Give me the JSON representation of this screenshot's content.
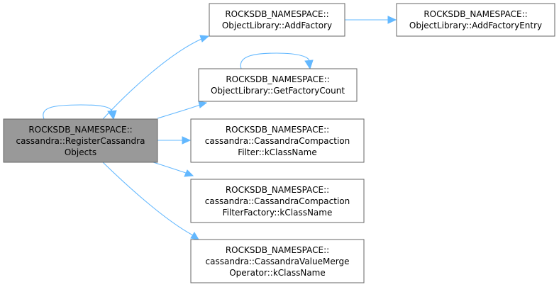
{
  "diagram": {
    "colors": {
      "edge": "#63b8ff",
      "root_fill": "#999999",
      "node_fill": "#ffffff",
      "node_border": "#666666"
    },
    "nodes": {
      "register": [
        "ROCKSDB_NAMESPACE::",
        "cassandra::RegisterCassandra",
        "Objects"
      ],
      "add_factory": [
        "ROCKSDB_NAMESPACE::",
        "ObjectLibrary::AddFactory"
      ],
      "add_factory_entry": [
        "ROCKSDB_NAMESPACE::",
        "ObjectLibrary::AddFactoryEntry"
      ],
      "get_factory_count": [
        "ROCKSDB_NAMESPACE::",
        "ObjectLibrary::GetFactoryCount"
      ],
      "compaction_filter": [
        "ROCKSDB_NAMESPACE::",
        "cassandra::CassandraCompaction",
        "Filter::kClassName"
      ],
      "compaction_filter_factory": [
        "ROCKSDB_NAMESPACE::",
        "cassandra::CassandraCompaction",
        "FilterFactory::kClassName"
      ],
      "value_merge_operator": [
        "ROCKSDB_NAMESPACE::",
        "cassandra::CassandraValueMerge",
        "Operator::kClassName"
      ]
    },
    "edges": [
      [
        "register",
        "register"
      ],
      [
        "register",
        "add_factory"
      ],
      [
        "register",
        "get_factory_count"
      ],
      [
        "register",
        "compaction_filter"
      ],
      [
        "register",
        "compaction_filter_factory"
      ],
      [
        "register",
        "value_merge_operator"
      ],
      [
        "add_factory",
        "add_factory_entry"
      ],
      [
        "get_factory_count",
        "get_factory_count"
      ]
    ]
  }
}
